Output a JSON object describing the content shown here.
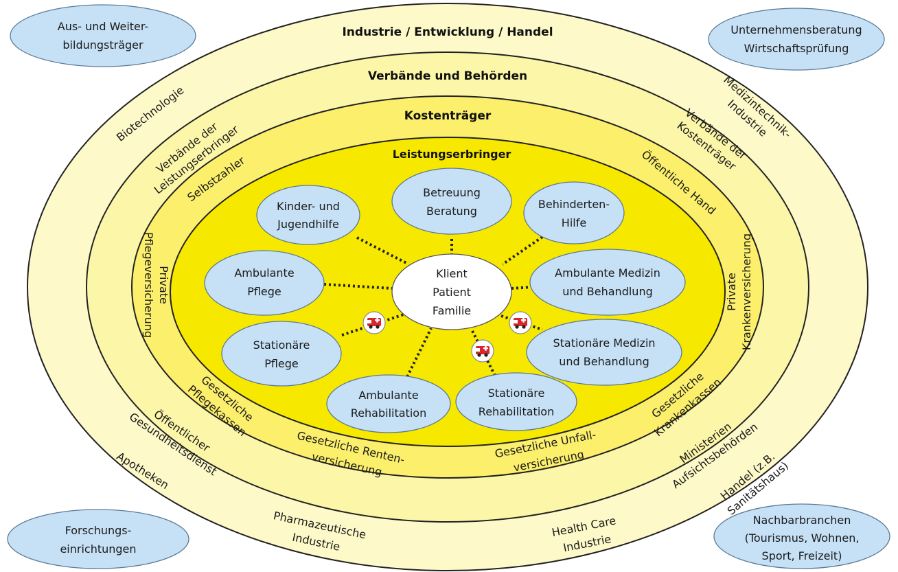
{
  "rings": {
    "outer_title": "Industrie / Entwicklung / Handel",
    "second_title": "Verbände und Behörden",
    "third_title": "Kostenträger",
    "inner_title": "Leistungserbringer"
  },
  "center": {
    "line1": "Klient",
    "line2": "Patient",
    "line3": "Familie"
  },
  "nodes": {
    "kinder": [
      "Kinder- und",
      "Jugendhilfe"
    ],
    "betreuung": [
      "Betreuung",
      "Beratung"
    ],
    "behinderten": [
      "Behinderten-",
      "Hilfe"
    ],
    "amb_pflege": [
      "Ambulante",
      "Pflege"
    ],
    "amb_medizin": [
      "Ambulante  Medizin",
      "und  Behandlung"
    ],
    "stat_pflege": [
      "Stationäre",
      "Pflege"
    ],
    "stat_medizin": [
      "Stationäre  Medizin",
      "und  Behandlung"
    ],
    "amb_reha": [
      "Ambulante",
      "Rehabilitation"
    ],
    "stat_reha": [
      "Stationäre",
      "Rehabilitation"
    ]
  },
  "corners": {
    "top_left": [
      "Aus-  und  Weiter-",
      "bildungsträger"
    ],
    "top_right": [
      "Unternehmensberatung",
      "Wirtschaftsprüfung"
    ],
    "bottom_left": [
      "Forschungs-",
      "einrichtungen"
    ],
    "bottom_right": [
      "Nachbarbranchen",
      "(Tourismus,  Wohnen,",
      "Sport,  Freizeit)"
    ]
  },
  "outer_ring_labels": {
    "biotech": "Biotechnologie",
    "medtech": [
      "Medizintechnik-",
      "Industrie"
    ],
    "apotheken": "Apotheken",
    "pharma": [
      "Pharmazeutische",
      "Industrie"
    ],
    "healthcare": [
      "Health Care",
      "Industrie"
    ],
    "handel": [
      "Handel (z.B.",
      "Sanitätshaus)"
    ]
  },
  "second_ring_labels": {
    "verb_leist": [
      "Verbände der",
      "Leistungserbringer"
    ],
    "verb_kost": [
      "Verbände der",
      "Kostenträger"
    ],
    "oeffentlicher": [
      "Öffentlicher",
      "Gesundheitsdienst"
    ],
    "ministerien": [
      "Ministerien",
      "Aufsichtsbehörden"
    ]
  },
  "third_ring_labels": {
    "selbstzahler": "Selbstzahler",
    "oeff_hand": "Öffentliche Hand",
    "priv_pflege": [
      "Private",
      "Pflegeversicherung"
    ],
    "priv_kranken": [
      "Private",
      "Krankenversicherung"
    ],
    "ges_pflege": [
      "Gesetzliche",
      "Pflegekassen"
    ],
    "ges_kranken": [
      "Gesetzliche",
      "Krankenkassen"
    ],
    "ges_rente": [
      "Gesetzliche Renten-",
      "versicherung"
    ],
    "ges_unfall": [
      "Gesetzliche Unfall-",
      "versicherung"
    ]
  },
  "colors": {
    "ring_outer": "#fdf9c8",
    "ring_second": "#fcf6a8",
    "ring_third": "#fbef6c",
    "ring_inner": "#f7e800",
    "node_fill": "#c6e0f5",
    "ambulance_red": "#d8262c"
  },
  "icons": [
    "ambulance-icon"
  ]
}
